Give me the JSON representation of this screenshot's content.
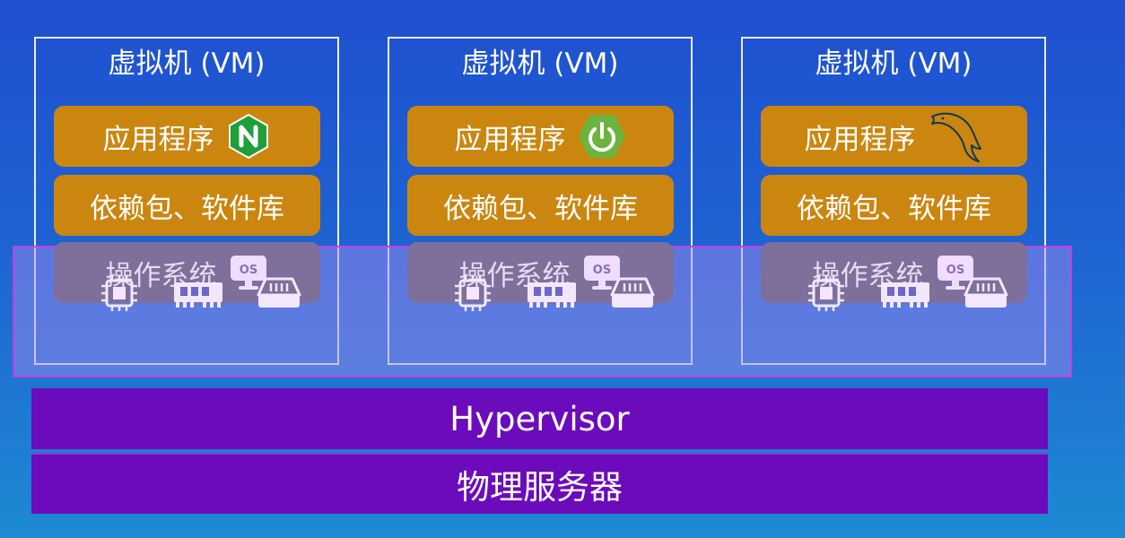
{
  "vms": [
    {
      "title": "虚拟机 (VM)",
      "app_label": "应用程序",
      "app_icon": "nginx-icon",
      "deps_label": "依赖包、软件库",
      "os_label": "操作系统",
      "os_icon_text": "OS"
    },
    {
      "title": "虚拟机 (VM)",
      "app_label": "应用程序",
      "app_icon": "spring-power-icon",
      "deps_label": "依赖包、软件库",
      "os_label": "操作系统",
      "os_icon_text": "OS"
    },
    {
      "title": "虚拟机 (VM)",
      "app_label": "应用程序",
      "app_icon": "mysql-dolphin-icon",
      "deps_label": "依赖包、软件库",
      "os_label": "操作系统",
      "os_icon_text": "OS"
    }
  ],
  "hardware_icons": [
    "cpu-icon",
    "ram-icon",
    "disk-icon"
  ],
  "hypervisor_label": "Hypervisor",
  "physical_server_label": "物理服务器",
  "colors": {
    "background": "#1f4fd0",
    "app_bar": "#cb860f",
    "os_bar": "#7e6f9b",
    "overlay_border": "#c23ee0",
    "hypervisor": "#6c0bbb",
    "nginx_green": "#1f9e3c",
    "spring_green": "#6db33f",
    "hardware_icon": "#f3e6ff"
  }
}
